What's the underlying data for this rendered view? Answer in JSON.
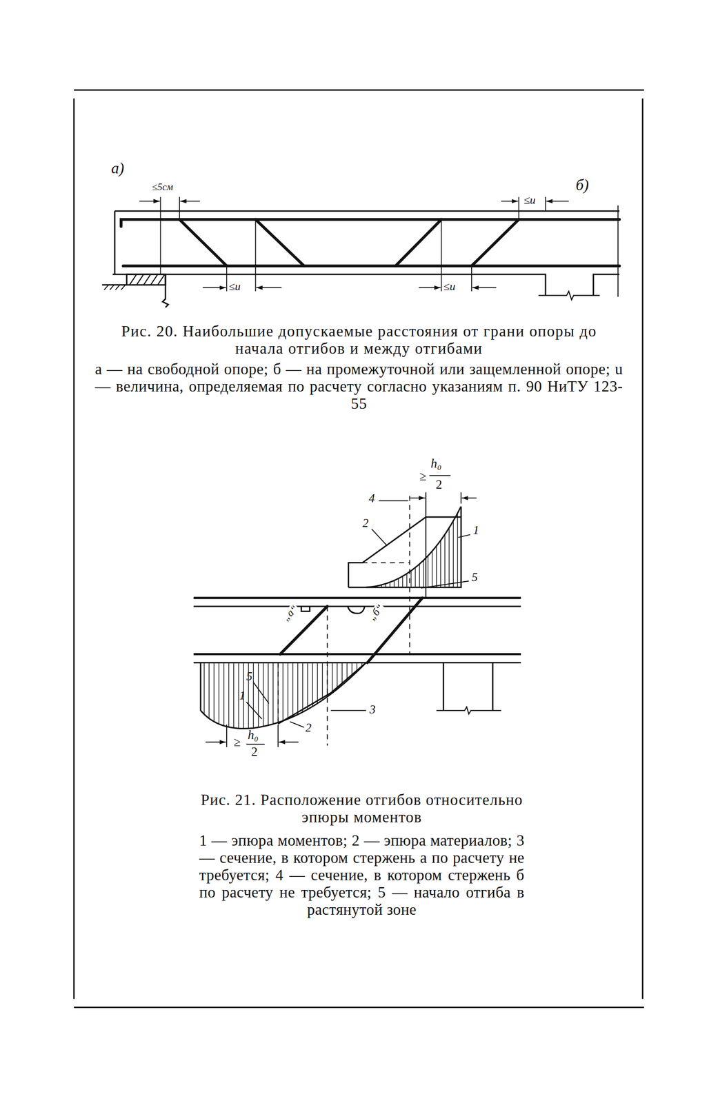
{
  "diagram": {
    "labels": [
      "а)",
      "≤5см",
      "б)",
      "≤u",
      "≤u",
      "≤u",
      "Рис. 20. Наибольшие допускаемые расстояния от грани опоры до начала отгибов и между отгибами",
      "а — на свободной опоре; б — на промежуточной или защемленной опоре; u — величина, определяемая по расчету согласно указаниям п. 90 НиТУ 123-55",
      "h₀",
      "≥",
      "2",
      "4",
      "2",
      "1",
      "5",
      "„а“",
      "„б“",
      "5",
      "1",
      "2",
      "3",
      "≥",
      "h₀",
      "2",
      "Рис. 21. Расположение отгибов относительно эпюры моментов",
      "1 — эпюра моментов; 2 — эпюра материалов; 3 — сечение, в котором стержень а по расчету не требуется; 4 — сечение, в котором стержень б по расчету не требуется; 5 — начало отгиба в растянутой зоне"
    ]
  }
}
